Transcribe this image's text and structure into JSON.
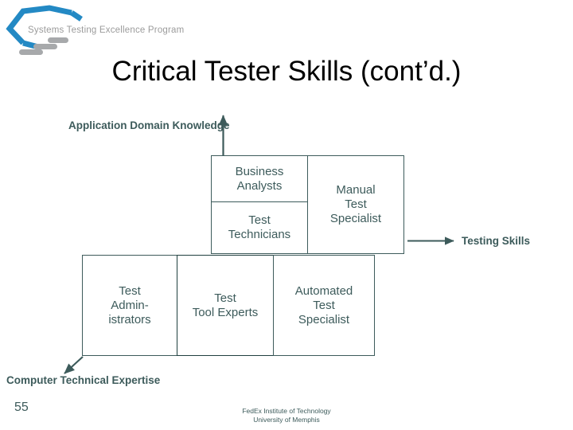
{
  "logo": {
    "text": "Systems Testing Excellence Program",
    "hex_color": "#2389c4",
    "bar_color": "#a7a9ab"
  },
  "title": "Critical Tester Skills (cont’d.)",
  "diagram": {
    "axis_color": "#3d5b5b",
    "y_axis_label_line1": "Application",
    "y_axis_label_line2": "Domain Knowledge",
    "x_axis_label": "Testing Skills",
    "origin_label": "Computer Technical Expertise",
    "boxes": [
      {
        "id": "business-analysts",
        "line1": "Business",
        "line2": "Analysts",
        "line3": ""
      },
      {
        "id": "test-technicians",
        "line1": "Test",
        "line2": "Technicians",
        "line3": ""
      },
      {
        "id": "manual-test",
        "line1": "Manual",
        "line2": "Test",
        "line3": "Specialist"
      },
      {
        "id": "test-admins",
        "line1": "Test",
        "line2": "Admin-",
        "line3": "istrators"
      },
      {
        "id": "tool-experts",
        "line1": "Test",
        "line2": "Tool Experts",
        "line3": ""
      },
      {
        "id": "automated-test",
        "line1": "Automated",
        "line2": "Test",
        "line3": "Specialist"
      }
    ]
  },
  "footer": {
    "page_number": "55",
    "credit_line1": "FedEx Institute of Technology",
    "credit_line2": "University of Memphis"
  }
}
